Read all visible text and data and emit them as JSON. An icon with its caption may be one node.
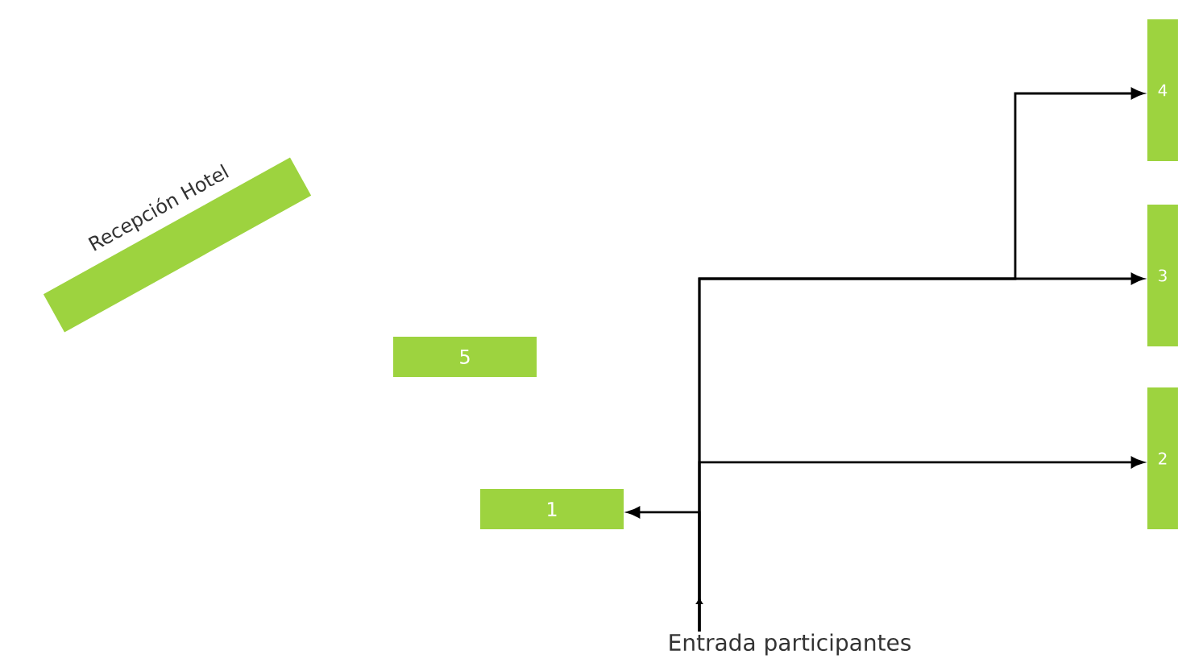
{
  "diagram": {
    "nodes": [
      {
        "text": [
          "Recepción Hotel"
        ]
      },
      {
        "text": [
          "5"
        ]
      },
      {
        "text": [
          "1"
        ]
      },
      {
        "text": [
          "4"
        ]
      },
      {
        "text": [
          "3"
        ]
      },
      {
        "text": [
          "2"
        ]
      },
      {
        "text": [
          "Entrada participantes"
        ]
      }
    ],
    "edges": [
      {
        "from": 6,
        "to": 2,
        "arrow": "to"
      },
      {
        "from": 6,
        "to": 5,
        "arrow": "to"
      },
      {
        "from": 6,
        "to": 4,
        "arrow": "to"
      },
      {
        "from": 6,
        "to": 3,
        "arrow": "to"
      }
    ]
  }
}
